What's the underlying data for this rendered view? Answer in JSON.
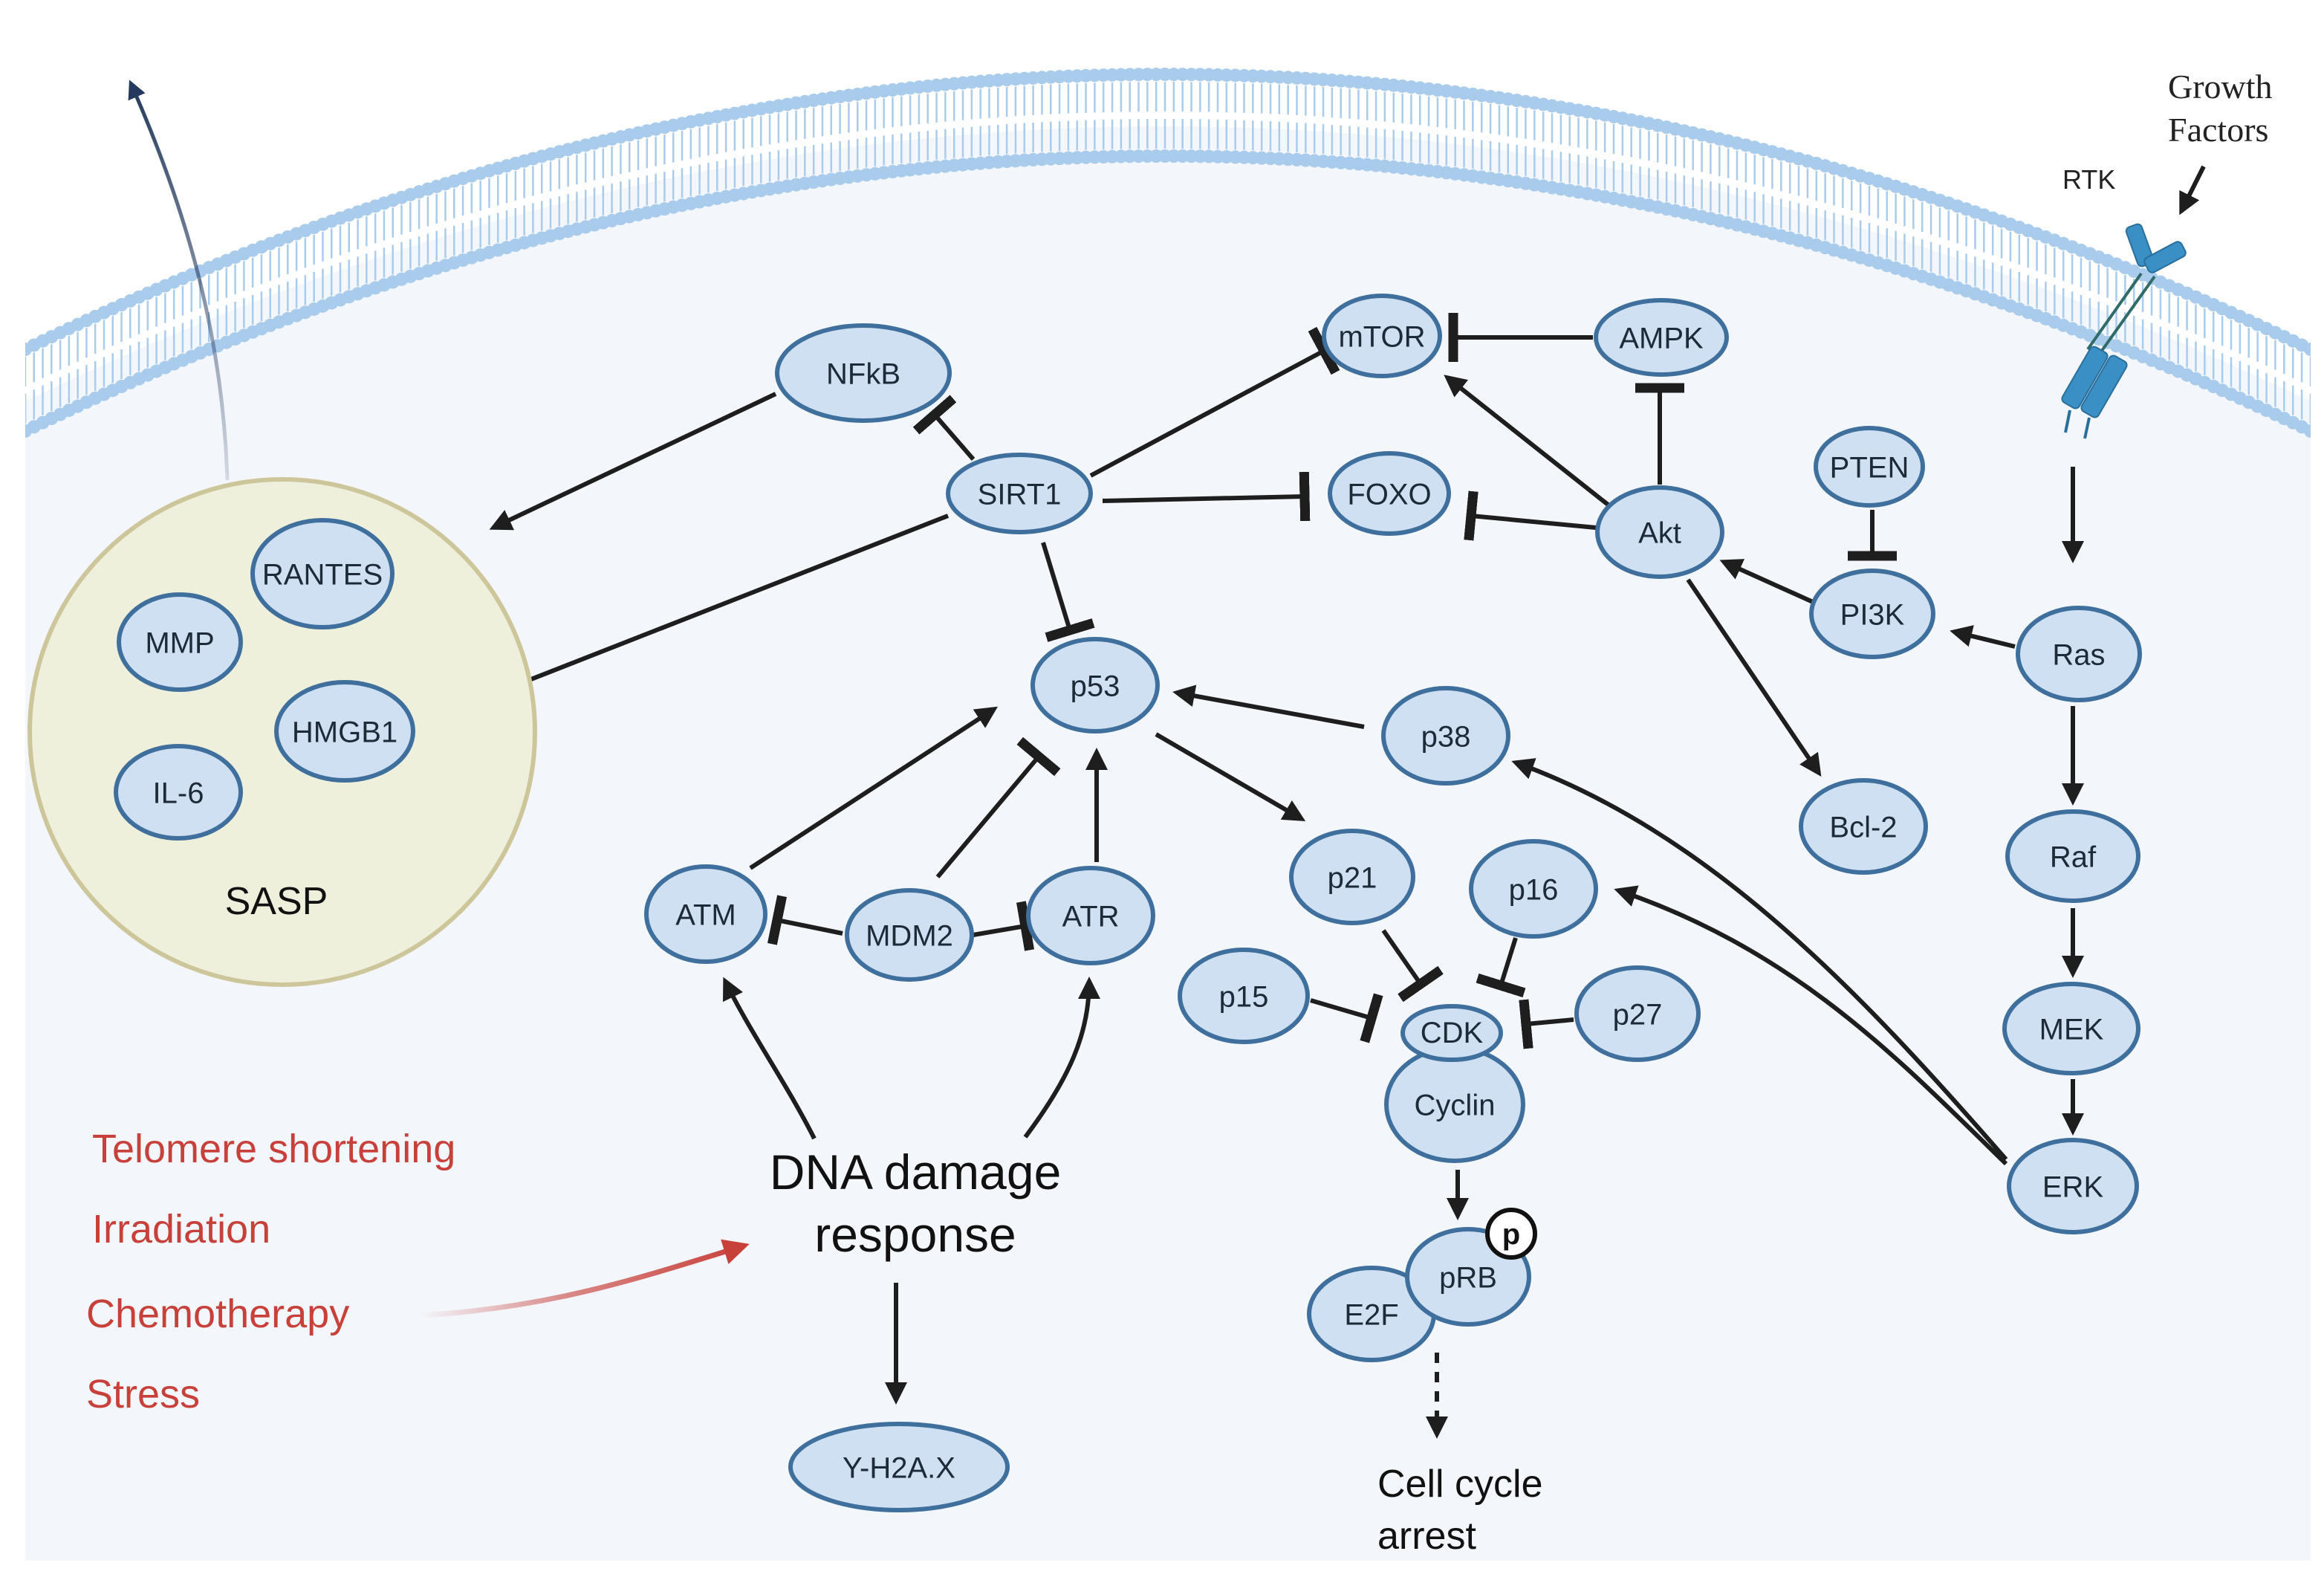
{
  "diagram": {
    "nodes": {
      "nfkb": "NFkB",
      "sirt1": "SIRT1",
      "mtor": "mTOR",
      "ampk": "AMPK",
      "foxo": "FOXO",
      "akt": "Akt",
      "pten": "PTEN",
      "pi3k": "PI3K",
      "ras": "Ras",
      "raf": "Raf",
      "mek": "MEK",
      "erk": "ERK",
      "bcl2": "Bcl-2",
      "p53": "p53",
      "p38": "p38",
      "atm": "ATM",
      "mdm2": "MDM2",
      "atr": "ATR",
      "p21": "p21",
      "p16": "p16",
      "p15": "p15",
      "p27": "p27",
      "cdk": "CDK",
      "cyclin": "Cyclin",
      "prb": "pRB",
      "e2f": "E2F",
      "p_badge": "p",
      "yh2ax": "Y-H2A.X",
      "rantes": "RANTES",
      "mmp": "MMP",
      "hmgb1": "HMGB1",
      "il6": "IL-6"
    },
    "labels": {
      "sasp": "SASP",
      "rtk": "RTK",
      "growth_line1": "Growth",
      "growth_line2": "Factors",
      "ddr_line1": "DNA damage",
      "ddr_line2": "response",
      "arrest_line1": "Cell cycle",
      "arrest_line2": "arrest"
    },
    "stressors": [
      "Telomere shortening",
      "Irradiation",
      "Chemotherapy",
      "Stress"
    ],
    "colors": {
      "node_fill": "#cfe0f3",
      "node_stroke": "#3f6f9c",
      "membrane": "#a9cbec",
      "cell_bg": "#f3f6fb",
      "sasp_fill": "#eef0dc",
      "sasp_stroke": "#cdc69b",
      "stressor_red": "#c8403a",
      "arrow_navy": "#23395d",
      "receptor": "#3a8fc4"
    }
  }
}
